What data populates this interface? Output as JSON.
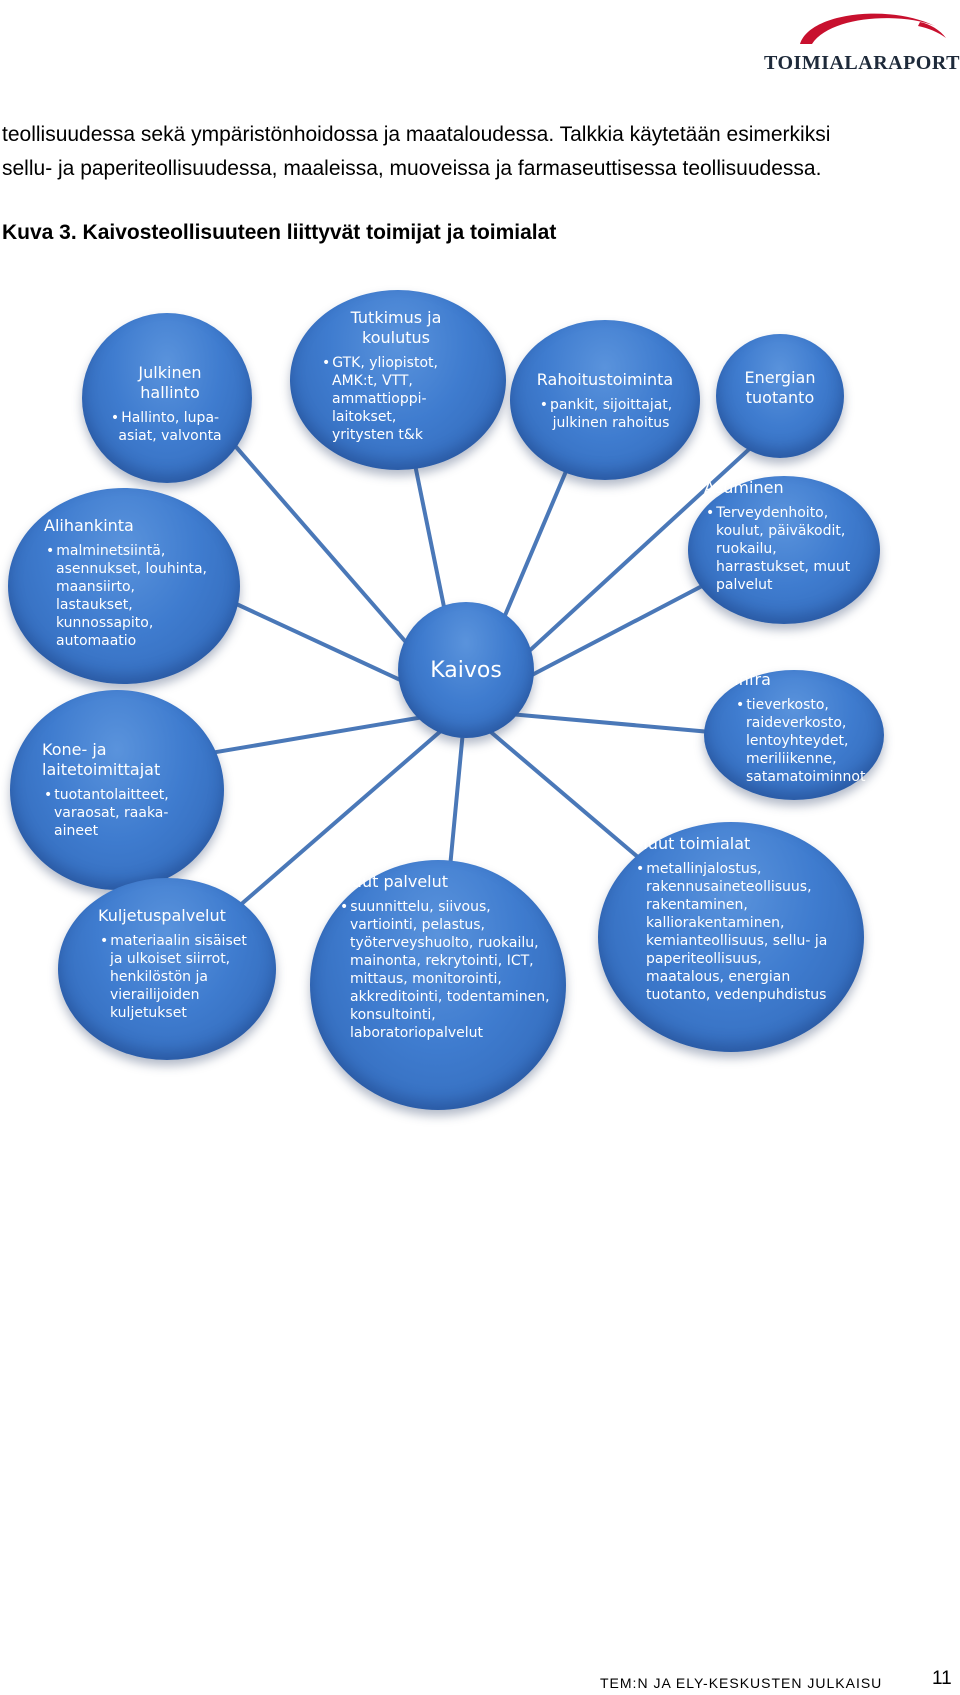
{
  "header": {
    "logo_text": "TOIMIALARAPORTIT"
  },
  "paragraph": {
    "lines": [
      "teollisuudessa sekä ympäristönhoidossa ja maataloudessa. Talkkia käytetään esimerkiksi",
      "sellu- ja paperiteollisuudessa, maaleissa, muoveissa ja farmaseuttisessa teollisuudessa."
    ]
  },
  "figure": {
    "title": "Kuva 3. Kaivosteollisuuteen liittyvät toimijat ja toimialat",
    "center": "Kaivos",
    "nodes": {
      "julkinen": {
        "head": "Julkinen hallinto",
        "item": "Hallinto, lupa-asiat, valvonta"
      },
      "tutkimus": {
        "head": "Tutkimus ja koulutus",
        "item": "GTK, yliopistot, AMK:t, VTT, ammattioppi-laitokset, yritysten t&k"
      },
      "rahoitus": {
        "head": "Rahoitustoiminta",
        "item": "pankit, sijoittajat, julkinen rahoitus"
      },
      "energia": {
        "head": "Energian tuotanto"
      },
      "alihankinta": {
        "head": "Alihankinta",
        "item": "malminetsiintä, asennukset, louhinta, maansiirto, lastaukset, kunnossapito, automaatio"
      },
      "asuminen": {
        "head": "Asuminen",
        "item": "Terveydenhoito, koulut, päiväkodit, ruokailu, harrastukset, muut palvelut"
      },
      "infra": {
        "head": "Infra",
        "item": "tieverkosto, raideverkosto, lentoyhteydet, meriliikenne, satamatoiminnot"
      },
      "kone": {
        "head": "Kone- ja laitetoimittajat",
        "item": "tuotantolaitteet, varaosat, raaka-aineet"
      },
      "kuljetus": {
        "head": "Kuljetuspalvelut",
        "item": "materiaalin sisäiset ja ulkoiset siirrot, henkilöstön ja vierailijoiden kuljetukset"
      },
      "muutpalvelut": {
        "head": "Muut palvelut",
        "item": "suunnittelu, siivous, vartiointi, pelastus, työterveyshuolto, ruokailu, mainonta, rekrytointi, ICT, mittaus, monitorointi, akkreditointi, todentaminen, konsultointi, laboratoriopalvelut"
      },
      "muuttoimialat": {
        "head": "Muut toimialat",
        "item": "metallinjalostus, rakennusaineteollisuus, rakentaminen, kalliorakentaminen, kemianteollisuus, sellu- ja paperiteollisuus, maatalous, energian tuotanto, vedenpuhdistus"
      }
    },
    "colors": {
      "node_fill": "#3f7ccf",
      "connector": "#4a78b8"
    }
  },
  "footer": {
    "text": "TEM:N JA ELY-KESKUSTEN JULKAISU",
    "page": "11"
  }
}
